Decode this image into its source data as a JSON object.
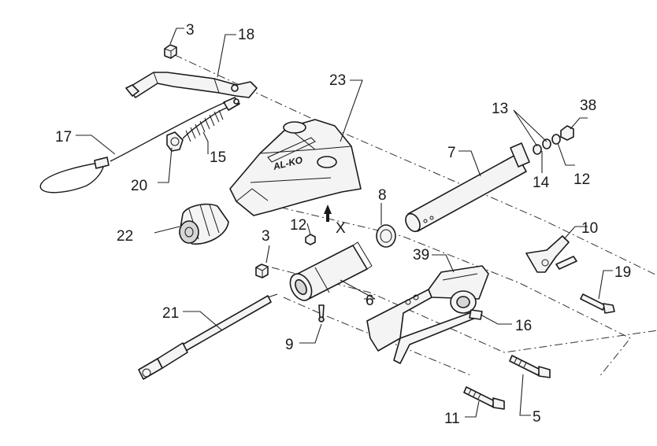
{
  "callouts": [
    {
      "id": "c3a",
      "text": "3"
    },
    {
      "id": "c18",
      "text": "18"
    },
    {
      "id": "c23",
      "text": "23"
    },
    {
      "id": "c17",
      "text": "17"
    },
    {
      "id": "c15",
      "text": "15"
    },
    {
      "id": "c20",
      "text": "20"
    },
    {
      "id": "c22",
      "text": "22"
    },
    {
      "id": "c8",
      "text": "8"
    },
    {
      "id": "cx",
      "text": "X"
    },
    {
      "id": "c13",
      "text": "13"
    },
    {
      "id": "c38",
      "text": "38"
    },
    {
      "id": "c7",
      "text": "7"
    },
    {
      "id": "c14",
      "text": "14"
    },
    {
      "id": "c12a",
      "text": "12"
    },
    {
      "id": "c12b",
      "text": "12"
    },
    {
      "id": "c3b",
      "text": "3"
    },
    {
      "id": "c10",
      "text": "10"
    },
    {
      "id": "c39",
      "text": "39"
    },
    {
      "id": "c19",
      "text": "19"
    },
    {
      "id": "c21",
      "text": "21"
    },
    {
      "id": "c6",
      "text": "6"
    },
    {
      "id": "c16",
      "text": "16"
    },
    {
      "id": "c9",
      "text": "9"
    },
    {
      "id": "c11",
      "text": "11"
    },
    {
      "id": "c5",
      "text": "5"
    }
  ],
  "logo_text": "AL-KO"
}
